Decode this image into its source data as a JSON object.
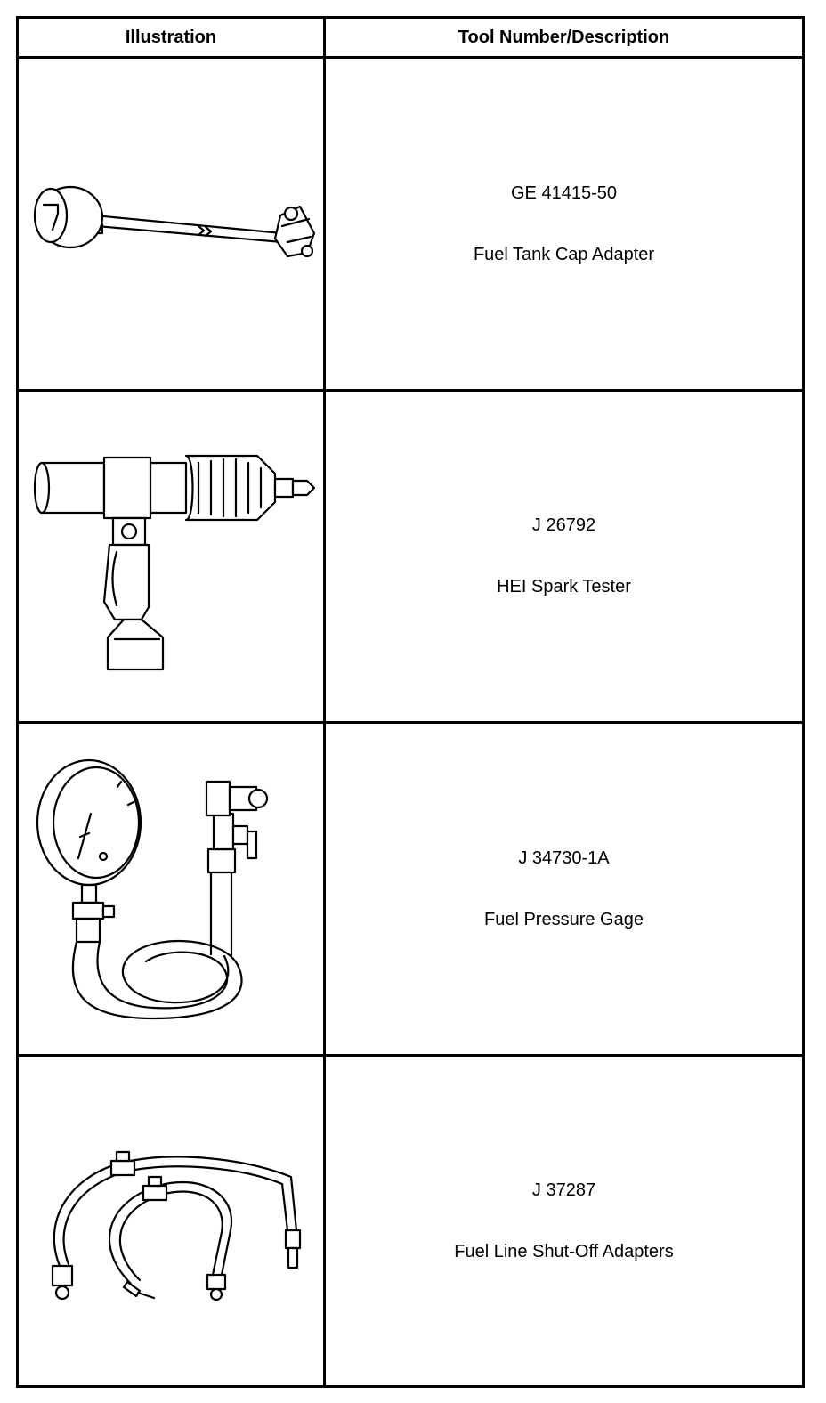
{
  "table": {
    "header_illustration": "Illustration",
    "header_description": "Tool Number/Description"
  },
  "tools": [
    {
      "number": "GE 41415-50",
      "description": "Fuel Tank Cap Adapter",
      "icon": "fuel-tank-cap-adapter-icon"
    },
    {
      "number": "J 26792",
      "description": "HEI Spark Tester",
      "icon": "spark-tester-icon"
    },
    {
      "number": "J 34730-1A",
      "description": "Fuel Pressure Gage",
      "icon": "fuel-pressure-gage-icon"
    },
    {
      "number": "J 37287",
      "description": "Fuel Line Shut-Off Adapters",
      "icon": "fuel-line-shutoff-adapters-icon"
    }
  ]
}
